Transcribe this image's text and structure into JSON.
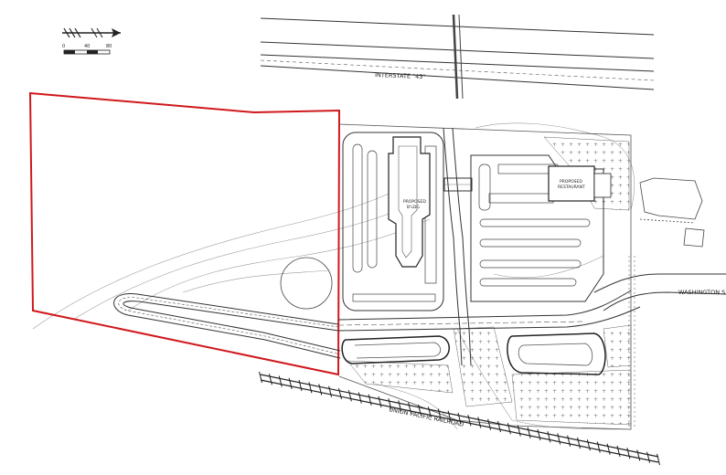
{
  "labels": {
    "interstate": "INTERSTATE \"43\"",
    "railroad": "UNION PACIFIC RAILROAD",
    "washington": "WASHINGTON S",
    "proposed_bldg": "PROPOSED\nB'LDG",
    "proposed_restaurant": "PROPOSED\nRESTAURANT"
  },
  "scale_bar": {
    "ticks": [
      "0",
      "40",
      "80"
    ]
  },
  "colors": {
    "boundary": "#d0181c",
    "linework": "#333333",
    "contours": "#9a9a9a"
  },
  "icons": {
    "north_arrow": "north-arrow-icon"
  }
}
